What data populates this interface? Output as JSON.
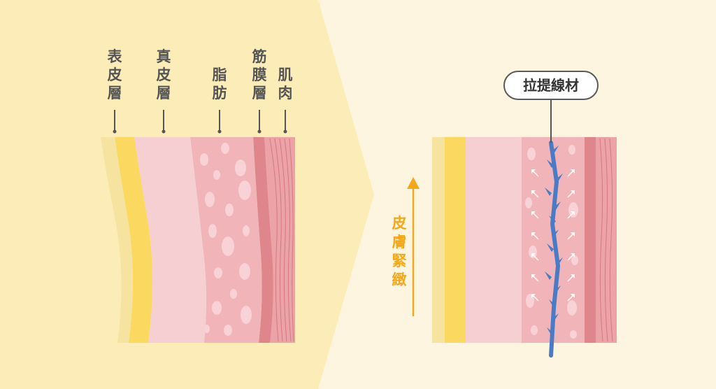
{
  "colors": {
    "left_panel_bg": "#fcedb8",
    "right_panel_bg": "#fdf5df",
    "epidermis_outer": "#f7e3a0",
    "epidermis": "#fbd960",
    "dermis": "#f6cfd3",
    "fat": "#f0b4b9",
    "fat_blob": "#f8d2d6",
    "fascia": "#df868c",
    "muscle": "#eba3a7",
    "muscle_line": "#d4787e",
    "thread": "#4a7bc4",
    "arrow_orange": "#f3a81b",
    "label_text": "#555555"
  },
  "layer_labels": [
    {
      "text": "表皮層"
    },
    {
      "text": "真皮層"
    },
    {
      "text": "脂肪"
    },
    {
      "text": "筋膜層"
    },
    {
      "text": "肌肉"
    }
  ],
  "thread_label": "拉提線材",
  "tightening_label": "皮膚緊緻",
  "icons": {
    "panel_arrow": "chevron-right-shape",
    "up_arrow": "arrow-up-icon",
    "lift_arrows": "arrow-up-diagonal-icon"
  }
}
